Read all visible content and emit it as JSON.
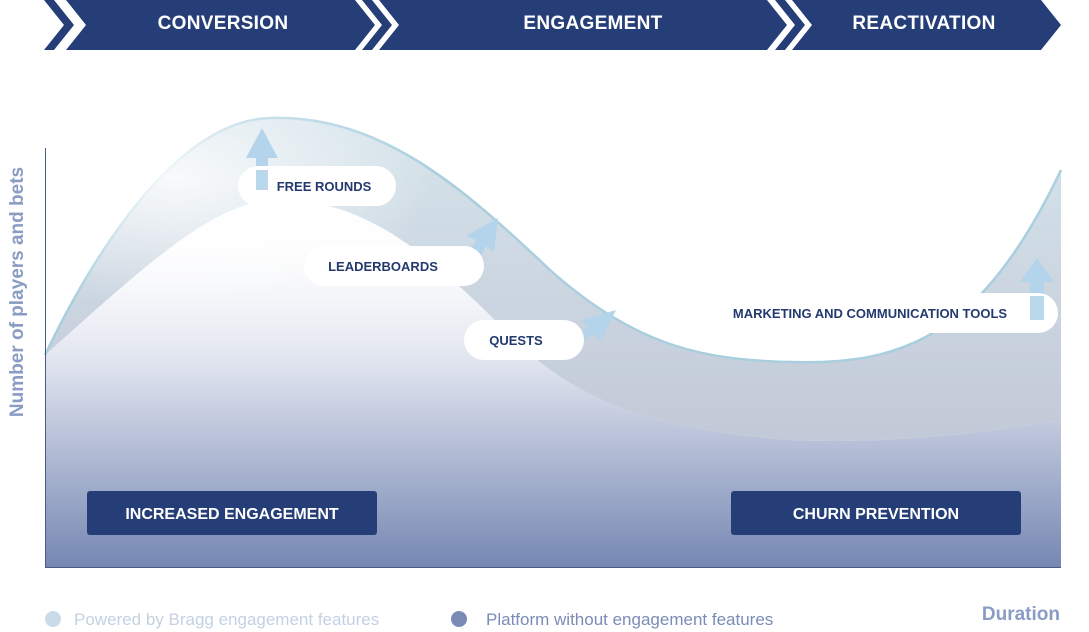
{
  "phases": [
    "CONVERSION",
    "ENGAGEMENT",
    "REACTIVATION"
  ],
  "features": {
    "free_rounds": "FREE ROUNDS",
    "leaderboards": "LEADERBOARDS",
    "quests": "QUESTS",
    "marketing": "MARKETING AND COMMUNICATION TOOLS"
  },
  "outcomes": {
    "left": "INCREASED ENGAGEMENT",
    "right": "CHURN PREVENTION"
  },
  "axes": {
    "y_label": "Number of players and bets",
    "x_label": "Duration"
  },
  "legend": {
    "with": "Powered by Bragg engagement features",
    "without": "Platform without engagement features"
  },
  "colors": {
    "navy": "#263e78",
    "with_features": "#c7dbe6",
    "without_features": "#7a8cb6",
    "arrow": "#b3d4ea",
    "axis_text": "#8a9cc4"
  }
}
